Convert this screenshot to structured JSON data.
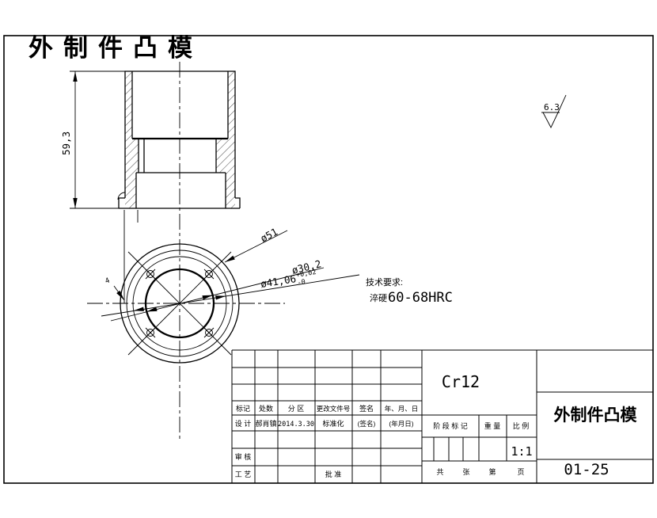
{
  "colors": {
    "title_red": "#ff0000"
  },
  "drawing_title": "外制件凸模",
  "surface_finish": {
    "value": "6.3"
  },
  "section_view": {
    "height_dim": "59,3"
  },
  "top_view": {
    "dia_outer": "ø51",
    "dia_inner": "ø30,2",
    "dia_mid": "ø41,06",
    "dia_mid_tol_upper": "+0,02",
    "dia_mid_tol_lower": "-0",
    "hole_count_label": "4"
  },
  "tech_requirements": {
    "heading": "技术要求:",
    "hardening_prefix": "淬硬",
    "hardening_value": "60-68HRC"
  },
  "title_block": {
    "material": "Cr12",
    "part_name": "外制件凸模",
    "drawing_number": "01-25",
    "scale_value": "1:1",
    "col_headers": {
      "mark": "标记",
      "count": "处数",
      "zone": "分 区",
      "change_doc_no": "更改文件号",
      "signature": "签名",
      "date": "年、月、日"
    },
    "design_row": {
      "label": "设 计",
      "name": "郝肖镇",
      "date": "2014.3.30",
      "std_label": "标准化",
      "sign_placeholder": "(签名)",
      "date_placeholder": "(年月日)"
    },
    "review_label": "审 核",
    "process_label": "工 艺",
    "approve_label": "批 准",
    "stage_row": {
      "stage": "阶 段 标 记",
      "weight": "重 量",
      "scale": "比 例"
    },
    "sheet_row": {
      "total": "共",
      "sheets": "张",
      "chapter": "第",
      "page": "页"
    }
  }
}
